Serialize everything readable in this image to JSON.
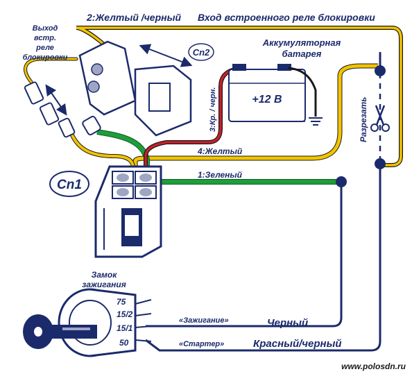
{
  "labels": {
    "wire2": "2:Желтый /черный",
    "blocking_relay_input": "Вход встроенного реле блокировки",
    "relay_output": [
      "Выход",
      "встр.",
      "реле",
      "блокировки"
    ],
    "cn2": "Cn2",
    "battery": [
      "Аккумуляторная",
      "батарея"
    ],
    "plus12v": "+12 В",
    "wire3": "3:Кр. / черн.",
    "cut": "Разрезать",
    "wire4": "4:Желтый",
    "wire1": "1:Зеленый",
    "cn1": "Cn1",
    "ignition_lock": [
      "Замок",
      "зажигания"
    ],
    "terminal_75": "75",
    "terminal_15_2": "15/2",
    "terminal_15_1": "15/1",
    "terminal_50": "50",
    "ignition_signal": "«Зажигание»",
    "starter_signal": "«Стартер»",
    "black": "Черный",
    "red_black": "Красный/черный",
    "website": "www.polosdn.ru"
  },
  "colors": {
    "navy": "#1b2a6b",
    "yellow": "#f2c400",
    "green": "#1e9e3a",
    "red": "#c8202a",
    "black_wire": "#1a1a1a",
    "connector_fill": "#ffffff",
    "connector_stroke": "#1b2a6b"
  },
  "icons": [
    "scissors-icon",
    "ground-icon",
    "key-icon",
    "arrow-icon"
  ]
}
